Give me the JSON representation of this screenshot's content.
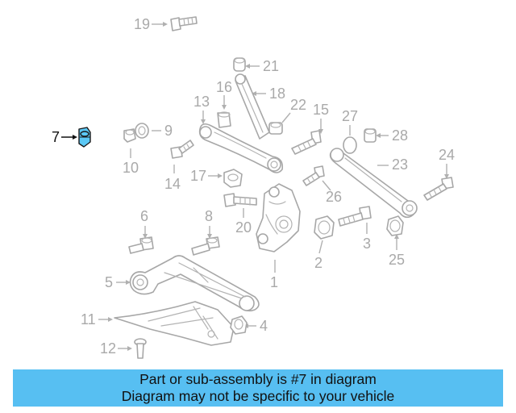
{
  "callouts": [
    {
      "id": "c19",
      "number": "19"
    },
    {
      "id": "c21",
      "number": "21"
    },
    {
      "id": "c16",
      "number": "16"
    },
    {
      "id": "c18",
      "number": "18"
    },
    {
      "id": "c13",
      "number": "13"
    },
    {
      "id": "c22",
      "number": "22"
    },
    {
      "id": "c15",
      "number": "15"
    },
    {
      "id": "c27",
      "number": "27"
    },
    {
      "id": "c28",
      "number": "28"
    },
    {
      "id": "c7",
      "number": "7"
    },
    {
      "id": "c9",
      "number": "9"
    },
    {
      "id": "c10",
      "number": "10"
    },
    {
      "id": "c14",
      "number": "14"
    },
    {
      "id": "c17",
      "number": "17"
    },
    {
      "id": "c24",
      "number": "24"
    },
    {
      "id": "c23",
      "number": "23"
    },
    {
      "id": "c26",
      "number": "26"
    },
    {
      "id": "c20",
      "number": "20"
    },
    {
      "id": "c6",
      "number": "6"
    },
    {
      "id": "c8",
      "number": "8"
    },
    {
      "id": "c3",
      "number": "3"
    },
    {
      "id": "c2",
      "number": "2"
    },
    {
      "id": "c25",
      "number": "25"
    },
    {
      "id": "c1",
      "number": "1"
    },
    {
      "id": "c5",
      "number": "5"
    },
    {
      "id": "c11",
      "number": "11"
    },
    {
      "id": "c4",
      "number": "4"
    },
    {
      "id": "c12",
      "number": "12"
    }
  ],
  "highlighted_part": "7",
  "highlight_color": "#5bc8f5",
  "banner": {
    "line1": "Part or sub-assembly is #7 in diagram",
    "line2": "Diagram may not be specific to your vehicle",
    "background": "#57bff2"
  }
}
